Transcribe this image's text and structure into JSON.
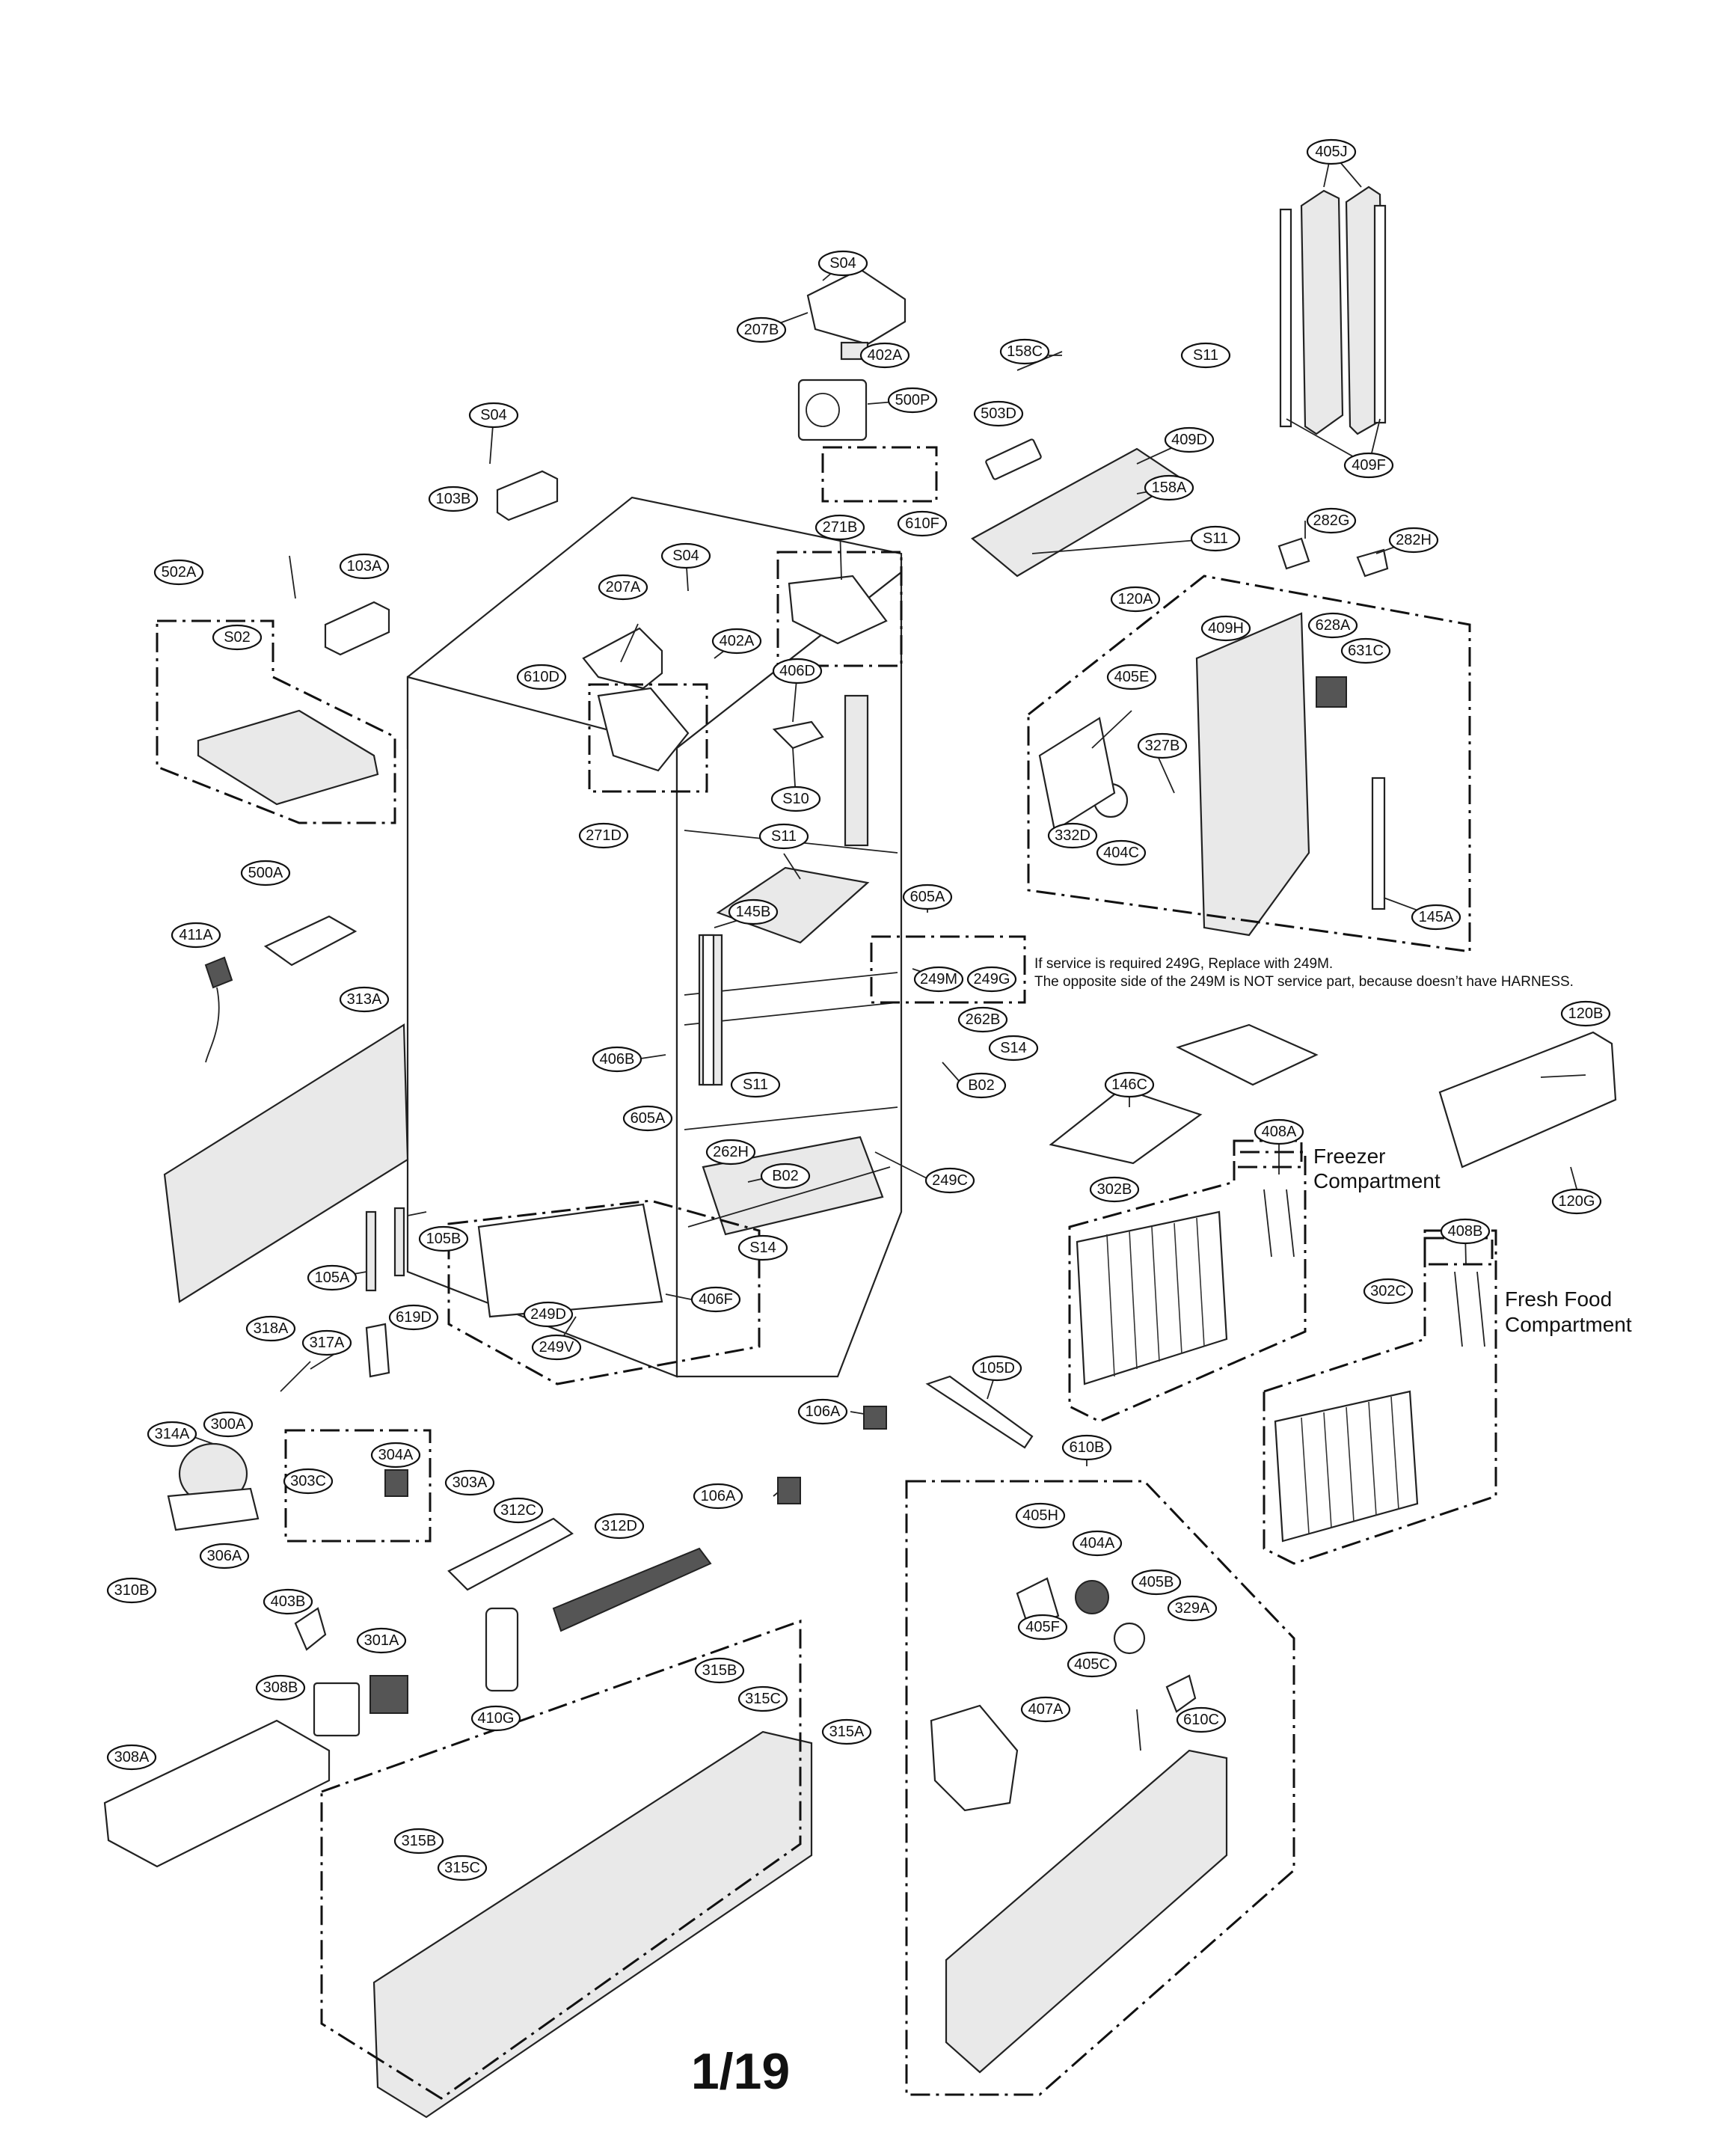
{
  "page_number": "1/19",
  "service_note": {
    "line1": "If service is required 249G, Replace with 249M.",
    "line2": "The opposite side of the 249M is NOT service part, because doesn’t have HARNESS."
  },
  "captions": {
    "freezer_line1": "Freezer",
    "freezer_line2": "Compartment",
    "fresh_line1": "Fresh Food",
    "fresh_line2": "Compartment"
  },
  "labels": [
    "405J",
    "S04",
    "207B",
    "402A",
    "158C",
    "S11",
    "500P",
    "409F",
    "S04",
    "503D",
    "409D",
    "103B",
    "158A",
    "610F",
    "S11",
    "282G",
    "282H",
    "271B",
    "S04",
    "103A",
    "502A",
    "207A",
    "120A",
    "S02",
    "402A",
    "409H",
    "628A",
    "631C",
    "406D",
    "610D",
    "405E",
    "327B",
    "S10",
    "271D",
    "332D",
    "404C",
    "145A",
    "S11",
    "500A",
    "605A",
    "411A",
    "145B",
    "249M",
    "249G",
    "313A",
    "262B",
    "S14",
    "406B",
    "B02",
    "120B",
    "605A",
    "S11",
    "146C",
    "408A",
    "262H",
    "B02",
    "249C",
    "302B",
    "120G",
    "105B",
    "S14",
    "408B",
    "105A",
    "406F",
    "302C",
    "249D",
    "318A",
    "619D",
    "317A",
    "249V",
    "105D",
    "106A",
    "610B",
    "314A",
    "300A",
    "304A",
    "303C",
    "303A",
    "106A",
    "405H",
    "404A",
    "312C",
    "312D",
    "405B",
    "329A",
    "405F",
    "310B",
    "306A",
    "405C",
    "403B",
    "301A",
    "315B",
    "308B",
    "315C",
    "315A",
    "410G",
    "407A",
    "610C",
    "308A",
    "315B",
    "315C"
  ]
}
